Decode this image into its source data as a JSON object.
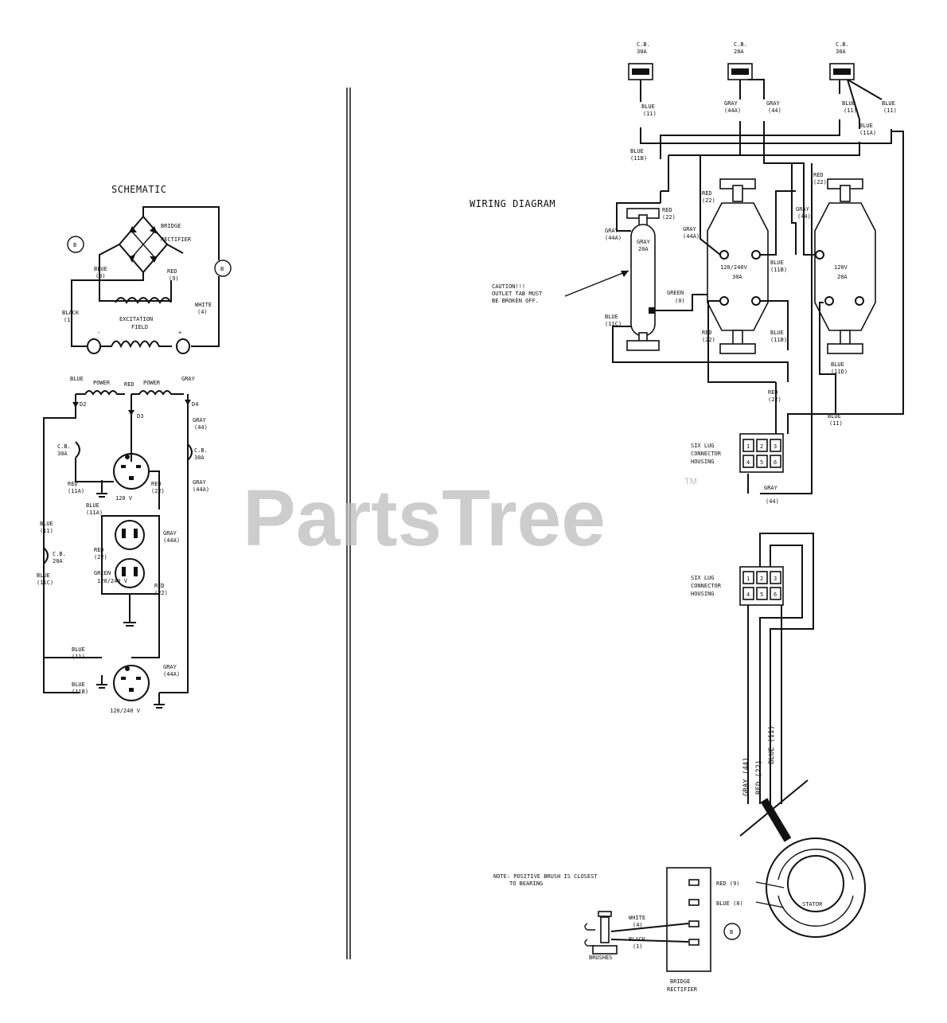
{
  "watermark": {
    "brand": "PartsTree",
    "trademark": "TM"
  },
  "schematic": {
    "title": "SCHEMATIC",
    "circled_b": "B",
    "bridge_rectifier": [
      "BRIDGE",
      "RECTIFIER"
    ],
    "excitation_field": [
      "EXCITATION",
      "FIELD"
    ],
    "wire_blue": [
      "BLUE",
      "(8)"
    ],
    "wire_red": [
      "RED",
      "(9)"
    ],
    "wire_black": [
      "BLACK",
      "(1)"
    ],
    "wire_white": [
      "WHITE",
      "(4)"
    ],
    "minus": "-",
    "plus": "+",
    "power_1": "POWER",
    "power_2": "POWER",
    "top_blue": "BLUE",
    "top_gray": "GRAY",
    "red_top": "RED",
    "d2": "D2",
    "d3": "D3",
    "d4": "D4",
    "gray_44": [
      "GRAY",
      "(44)"
    ],
    "gray_44a_1": [
      "GRAY",
      "(44A)"
    ],
    "gray_44a_2": [
      "GRAY",
      "(44A)"
    ],
    "gray_44a_3": [
      "GRAY",
      "(44A)"
    ],
    "cb_left": [
      "C.B.",
      "30A"
    ],
    "cb_right": [
      "C.B.",
      "30A"
    ],
    "cb_mid": [
      "C.B.",
      "20A"
    ],
    "red_11a": [
      "RED",
      "(11A)"
    ],
    "red_22": [
      "RED",
      "(22)"
    ],
    "red_22_b": [
      "RED",
      "(22)"
    ],
    "red_22_c": [
      "RED",
      "(22)"
    ],
    "blue_11": [
      "BLUE",
      "(11)"
    ],
    "blue_11a": [
      "BLUE",
      "(11A)"
    ],
    "blue_11b": [
      "BLUE",
      "(11B)"
    ],
    "blue_11c": [
      "BLUE",
      "(11C)"
    ],
    "rec_120v": "120 V",
    "rec_120_240v": "120/240 V",
    "rec_bottom": "120/240 V",
    "green": "GREEN",
    "blue_wire_side": [
      "BLUE",
      "(11)"
    ]
  },
  "wiring": {
    "title": "WIRING DIAGRAM",
    "cb_labels": [
      [
        "C.B.",
        "30A"
      ],
      [
        "C.B.",
        "20A"
      ],
      [
        "C.B.",
        "30A"
      ]
    ],
    "caution": [
      "CAUTION!!!",
      "OUTLET TAB MUST",
      "BE BROKEN OFF."
    ],
    "receptacle_left": [
      "GRAY",
      "20A"
    ],
    "receptacle_mid": [
      "120/240V",
      "30A"
    ],
    "receptacle_right": [
      "120V",
      "20A"
    ],
    "wire_tags": {
      "blue_11_a": [
        "BLUE",
        "(11)"
      ],
      "gray_44a_top": [
        "GRAY",
        "(44A)"
      ],
      "gray_44_top": [
        "GRAY",
        "(44)"
      ],
      "blue_11_c": [
        "BLUE",
        "(11)"
      ],
      "blue_11_d": [
        "BLUE",
        "(11)"
      ],
      "blue_11a": [
        "BLUE",
        "(11A)"
      ],
      "blue_11b": [
        "BLUE",
        "(11B)"
      ],
      "red_22_top": [
        "RED",
        "(22)"
      ],
      "red_22_r": [
        "RED",
        "(22)"
      ],
      "gray_44a_l": [
        "GRAY",
        "(44A)"
      ],
      "gray_44a_m": [
        "GRAY",
        "(44A)"
      ],
      "red_22_m": [
        "RED",
        "(22)"
      ],
      "blue_11b_m": [
        "BLUE",
        "(11B)"
      ],
      "gray_44_r": [
        "GRAY",
        "(44)"
      ],
      "blue_11c_b": [
        "BLUE",
        "(11C)"
      ],
      "red_22_b": [
        "RED",
        "(22)"
      ],
      "blue_11b_b": [
        "BLUE",
        "(11B)"
      ],
      "blue_11d": [
        "BLUE",
        "(11D)"
      ],
      "green_0": [
        "GREEN",
        "(0)"
      ],
      "red_22_lower": [
        "RED",
        "(22)"
      ],
      "blue_11_lower": [
        "BLUE",
        "(11)"
      ],
      "gray_44_lower": [
        "GRAY",
        "(44)"
      ]
    },
    "connector_1": [
      "SIX LUG",
      "CONNECTOR",
      "HOUSING"
    ],
    "connector_2": [
      "SIX LUG",
      "CONNECTOR",
      "HOUSING"
    ],
    "pins_top": [
      "1",
      "2",
      "3"
    ],
    "pins_bottom": [
      "4",
      "5",
      "6"
    ],
    "stator_leads": [
      "GRAY (44)",
      "RED (22)",
      "BLUE (11)"
    ],
    "stator": "STATOR",
    "note": [
      "NOTE: POSITIVE BRUSH IS CLOSEST",
      "TO BEARING"
    ],
    "brushes": "BRUSHES",
    "bridge_rectifier": [
      "BRIDGE",
      "RECTIFIER"
    ],
    "rect_leads": [
      "RED (9)",
      "BLUE (8)"
    ],
    "brush_leads": [
      [
        "WHITE",
        "(4)"
      ],
      [
        "BLACK",
        "(1)"
      ]
    ],
    "circled_b": "B"
  }
}
